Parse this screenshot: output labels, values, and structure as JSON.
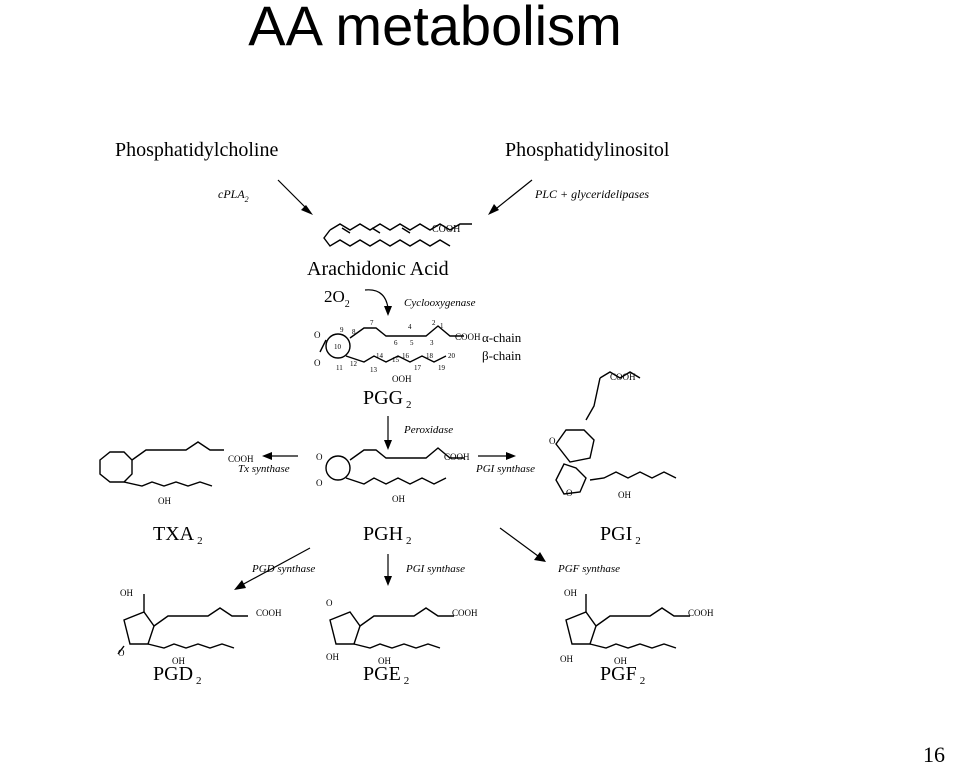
{
  "slide": {
    "title": "AA metabolism",
    "page_number": "16"
  },
  "diagram": {
    "sources": {
      "left": "Phosphatidylcholine",
      "right": "Phosphatidylinositol"
    },
    "enzymes": {
      "cpla2": "cPLA",
      "cpla2_sub": "2",
      "plc": "PLC + glyceridelipases",
      "cyclooxygenase": "Cyclooxygenase",
      "peroxidase": "Peroxidase",
      "tx_synthase": "Tx synthase",
      "pgi_synthase_right": "PGI synthase",
      "pgd_synthase": "PGD synthase",
      "pgi_synthase_center": "PGI synthase",
      "pgf_synthase": "PGF synthase"
    },
    "reactant": {
      "o2": "2O",
      "o2_sub": "2"
    },
    "compounds": {
      "aa": "Arachidonic Acid",
      "pgg2": "PGG",
      "pgh2": "PGH",
      "txa2": "TXA",
      "pgi2": "PGI",
      "pgd2": "PGD",
      "pge2": "PGE",
      "pgf2": "PGF",
      "sub": "2"
    },
    "chains": {
      "alpha": "α-chain",
      "beta": "β-chain"
    },
    "atoms": {
      "cooh": "COOH",
      "oh": "OH",
      "o": "O"
    },
    "carbon_numbers": [
      "1",
      "2",
      "3",
      "4",
      "5",
      "6",
      "7",
      "8",
      "9",
      "10",
      "11",
      "12",
      "13",
      "14",
      "15",
      "16",
      "17",
      "18",
      "19",
      "20"
    ]
  }
}
